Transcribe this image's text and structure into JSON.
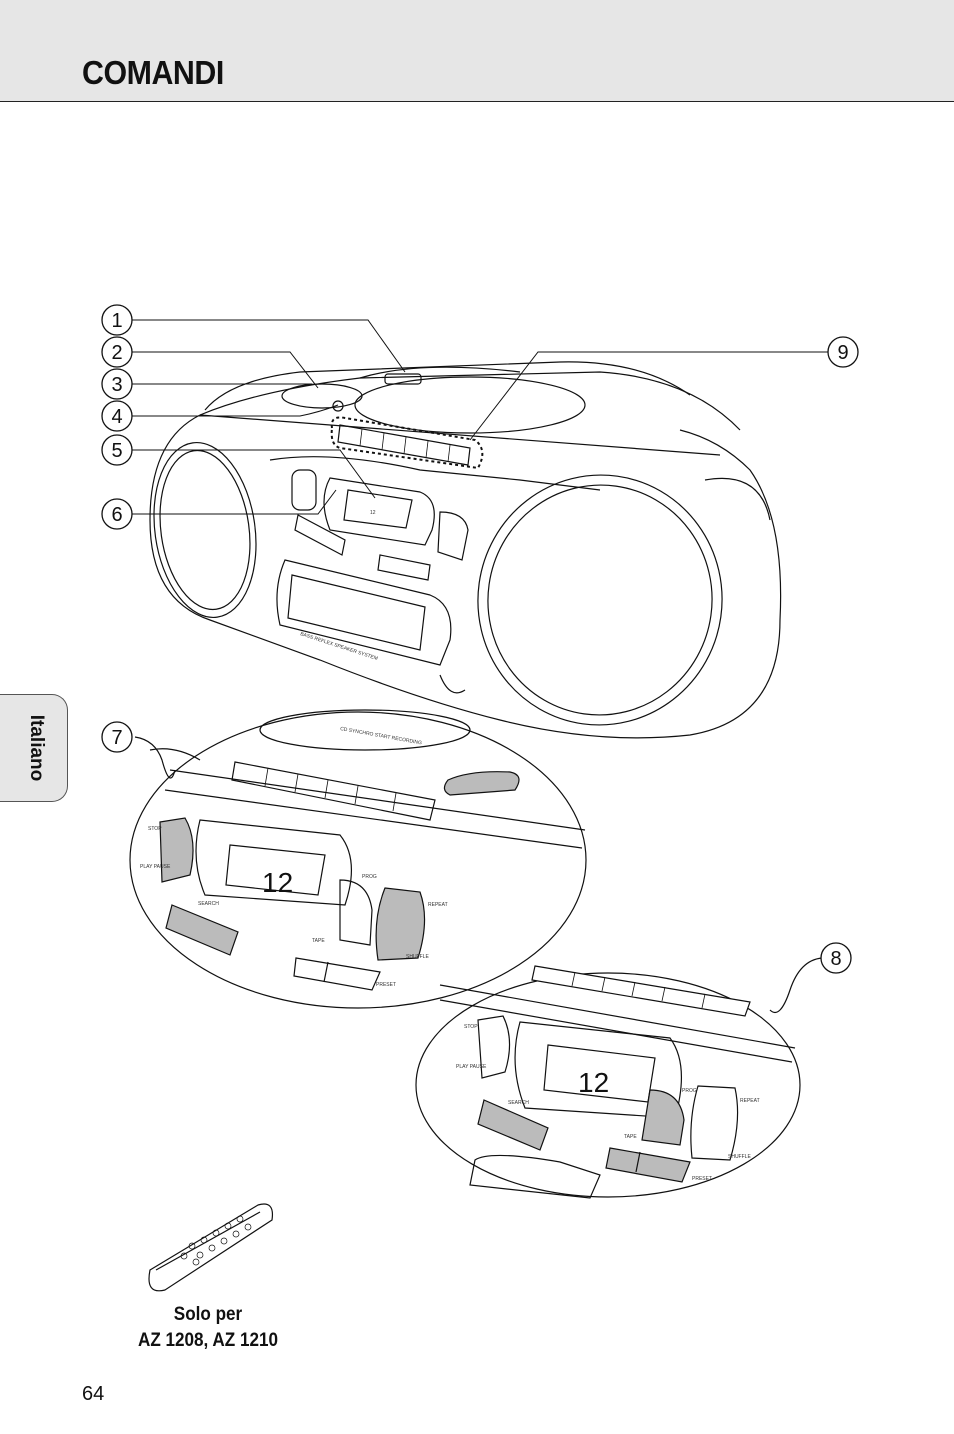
{
  "header": {
    "title": "COMANDI"
  },
  "side_tab": {
    "label": "Italiano"
  },
  "callouts": [
    "1",
    "2",
    "3",
    "4",
    "5",
    "6",
    "7",
    "8",
    "9"
  ],
  "device_labels": {
    "speaker_system": "BASS REFLEX SPEAKER SYSTEM",
    "cd_sync": "CD SYNCHRO START RECORDING",
    "stop": "STOP",
    "play_pause": "PLAY PAUSE",
    "search": "SEARCH",
    "prog": "PROG",
    "repeat": "REPEAT",
    "shuffle": "SHUFFLE",
    "tape": "TAPE",
    "preset": "PRESET",
    "display_value": "12"
  },
  "caption": {
    "line1": "Solo per",
    "line2": "AZ 1208, AZ 1210"
  },
  "page_number": "64"
}
